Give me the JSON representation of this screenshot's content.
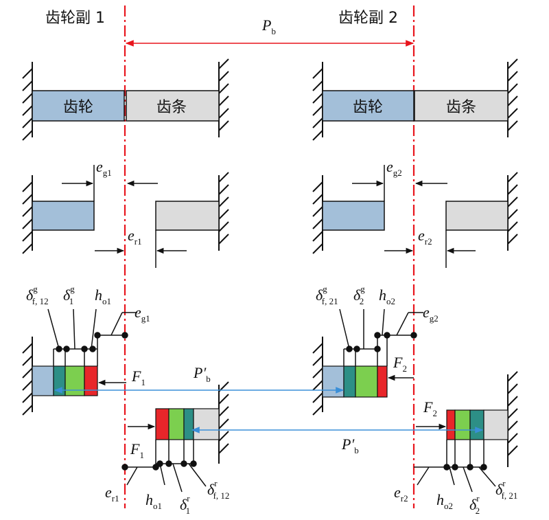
{
  "titles": {
    "pair1": "齿轮副 1",
    "pair2": "齿轮副 2"
  },
  "pitch": {
    "main": "P",
    "main_sub": "b",
    "prime": "P′",
    "prime_sub": "b"
  },
  "blocks": {
    "gear": "齿轮",
    "rack": "齿条"
  },
  "sym": {
    "e": "e",
    "h": "h",
    "F": "F",
    "delta": "δ",
    "g1": "g1",
    "g2": "g2",
    "r1": "r1",
    "r2": "r2",
    "o1": "o1",
    "o2": "o2",
    "one": "1",
    "two": "2",
    "sup_g": "g",
    "sup_r": "r",
    "f12": "f, 12",
    "f21": "f, 21"
  },
  "colors": {
    "gear_fill": "#a3bfd9",
    "rack_fill": "#dcdcdc",
    "red_line": "#e8141c",
    "arrow_red": "#e8141c",
    "arrow_blue": "#3a8fd8",
    "red_seg": "#e8262a",
    "green_seg": "#7ccf4f",
    "teal_seg": "#2d8f86"
  }
}
